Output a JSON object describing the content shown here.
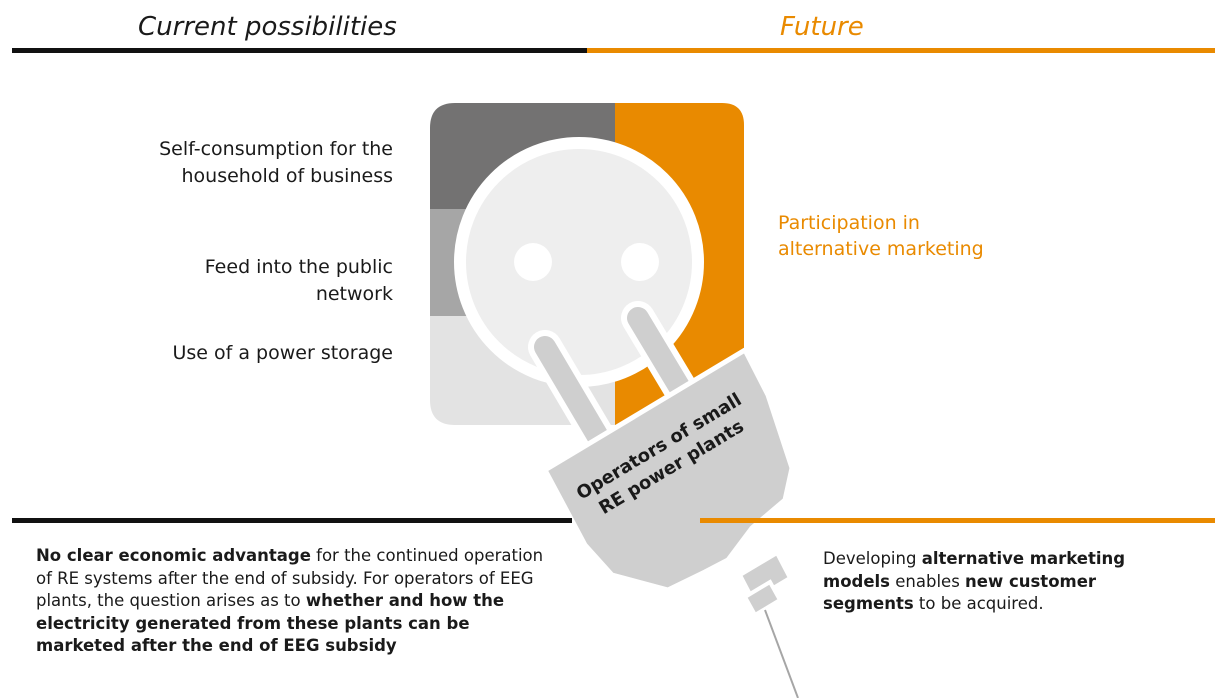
{
  "header": {
    "left_title": "Current possibilities",
    "right_title": "Future"
  },
  "options": [
    "Self-consumption for the household of business",
    "Feed into the public network",
    "Use of a power storage"
  ],
  "future_option": "Participation in alternative marketing",
  "plug_label": {
    "line1": "Operators of small",
    "line2": "RE power plants"
  },
  "bottom_left": {
    "bold1": "No clear economic advantage",
    "text1": " for the continued operation of RE systems after the end of subsidy. For operators of EEG plants, the question arises as to ",
    "bold2": "whether and how the electricity generated from these plants can be marketed after the end of EEG subsidy"
  },
  "bottom_right": {
    "text1": "Developing ",
    "bold1": "alternative marketing models",
    "text2": " enables ",
    "bold2": "new customer segments",
    "text3": " to be acquired."
  },
  "colors": {
    "accent": "#e98a00",
    "dark_gray": "#737272",
    "mid_gray": "#a6a6a6",
    "light_gray": "#e3e3e3",
    "plug_gray": "#cfcfcf"
  }
}
